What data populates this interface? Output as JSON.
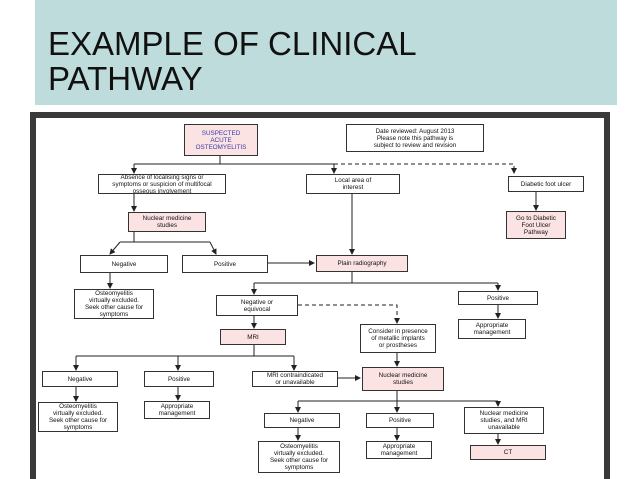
{
  "slide": {
    "title": "EXAMPLE OF CLINICAL\nPATHWAY"
  },
  "pathway": {
    "suspected": "SUSPECTED\nACUTE\nOSTEOMYELITIS",
    "review_note": "Date reviewed: August 2013\nPlease note this pathway is\nsubject to review and revision",
    "absence": "Absence of localising signs or\nsymptoms or suspicion of multifocal\nosseous involvement",
    "local_area": "Local area of\ninterest",
    "diabetic_ulcer": "Diabetic foot ulcer",
    "nuclear_1": "Nuclear medicine\nstudies",
    "go_to_diabetic": "Go to Diabetic\nFoot Ulcer\nPathway",
    "negative_1": "Negative",
    "positive_1": "Positive",
    "plain_radiography": "Plain radiography",
    "excluded_1": "Osteomyelitis\nvirtually excluded.\nSeek other cause for\nsymptoms",
    "neg_equivocal": "Negative or\nequivocal",
    "positive_2": "Positive",
    "appropriate_1": "Appropriate\nmanagement",
    "mri": "MRI",
    "consider": "Consider in presence\nof metallic implants\nor prostheses",
    "negative_2": "Negative",
    "positive_3": "Positive",
    "mri_contra": "MRI contraindicated\nor unavailable",
    "nuclear_2": "Nuclear medicine\nstudies",
    "excluded_2": "Osteomyelitis\nvirtually excluded.\nSeek other cause for\nsymptoms",
    "appropriate_2": "Appropriate\nmanagement",
    "negative_3": "Negative",
    "positive_4": "Positive",
    "nuc_mri_unavail": "Nuclear medicine\nstudies, and MRI\nunavailable",
    "excluded_3": "Osteomyelitis\nvirtually excluded.\nSeek other cause for\nsymptoms",
    "appropriate_3": "Appropriate\nmanagement",
    "ct": "CT"
  },
  "colors": {
    "header_bg": "#bfdcdc",
    "frame": "#3a3a3a",
    "highlight_box": "#fbe3e3",
    "title_text": "#3a3aa8"
  }
}
